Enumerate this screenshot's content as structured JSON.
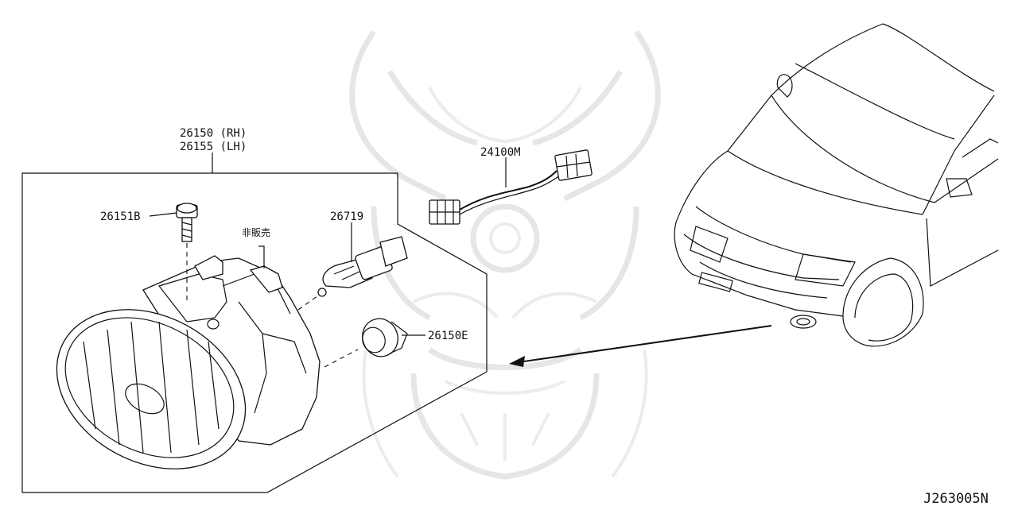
{
  "diagram_code": "J263005N",
  "assembly": {
    "line1": "26150 (RH)",
    "line2": "26155 (LH)"
  },
  "parts": {
    "bolt": "26151B",
    "not_sold": "非販売",
    "bulb": "26719",
    "harness": "24100M",
    "socket": "26150E"
  },
  "watermark": "samurai-helmet-logo"
}
